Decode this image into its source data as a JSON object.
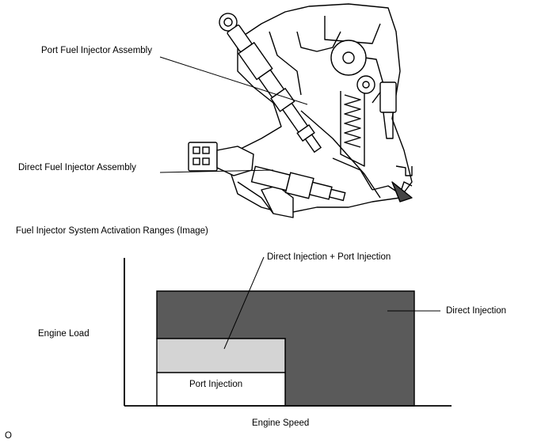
{
  "illustration": {
    "labels": {
      "port_injector": "Port Fuel Injector Assembly",
      "direct_injector": "Direct Fuel Injector Assembly"
    }
  },
  "graph": {
    "title": "Fuel Injector System Activation Ranges (Image)",
    "y_axis_label": "Engine Load",
    "x_axis_label": "Engine Speed",
    "regions": {
      "direct": "Direct Injection",
      "both": "Direct Injection + Port Injection",
      "port": "Port Injection"
    },
    "colors": {
      "direct": "#5a5a5a",
      "both": "#d4d4d4",
      "port": "#ffffff"
    }
  },
  "figure_id": "O"
}
